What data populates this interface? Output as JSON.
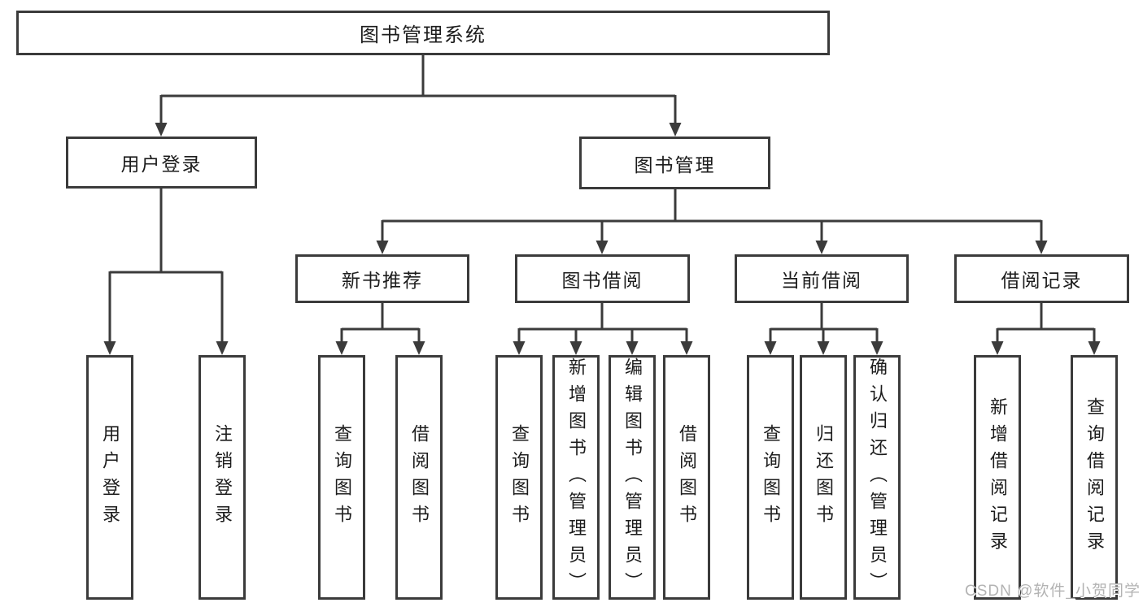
{
  "diagram": {
    "type": "hierarchy-diagram",
    "colors": {
      "line": "#3b3b3b",
      "box_border": "#3b3b3b",
      "text": "#1c1c1c",
      "background": "#ffffff",
      "watermark": "#b3b3b3"
    }
  },
  "tree": {
    "label": "图书管理系统",
    "children": [
      {
        "label": "用户登录",
        "children": [
          {
            "label": "用户登录"
          },
          {
            "label": "注销登录"
          }
        ]
      },
      {
        "label": "图书管理",
        "children": [
          {
            "label": "新书推荐",
            "children": [
              {
                "label": "查询图书"
              },
              {
                "label": "借阅图书"
              }
            ]
          },
          {
            "label": "图书借阅",
            "children": [
              {
                "label": "查询图书"
              },
              {
                "label": "新增图书（管理员）"
              },
              {
                "label": "编辑图书（管理员）"
              },
              {
                "label": "借阅图书"
              }
            ]
          },
          {
            "label": "当前借阅",
            "children": [
              {
                "label": "查询图书"
              },
              {
                "label": "归还图书"
              },
              {
                "label": "确认归还（管理员）"
              }
            ]
          },
          {
            "label": "借阅记录",
            "children": [
              {
                "label": "新增借阅记录"
              },
              {
                "label": "查询借阅记录"
              }
            ]
          }
        ]
      }
    ]
  },
  "watermark": {
    "text": "CSDN @软件_小贺同学"
  }
}
